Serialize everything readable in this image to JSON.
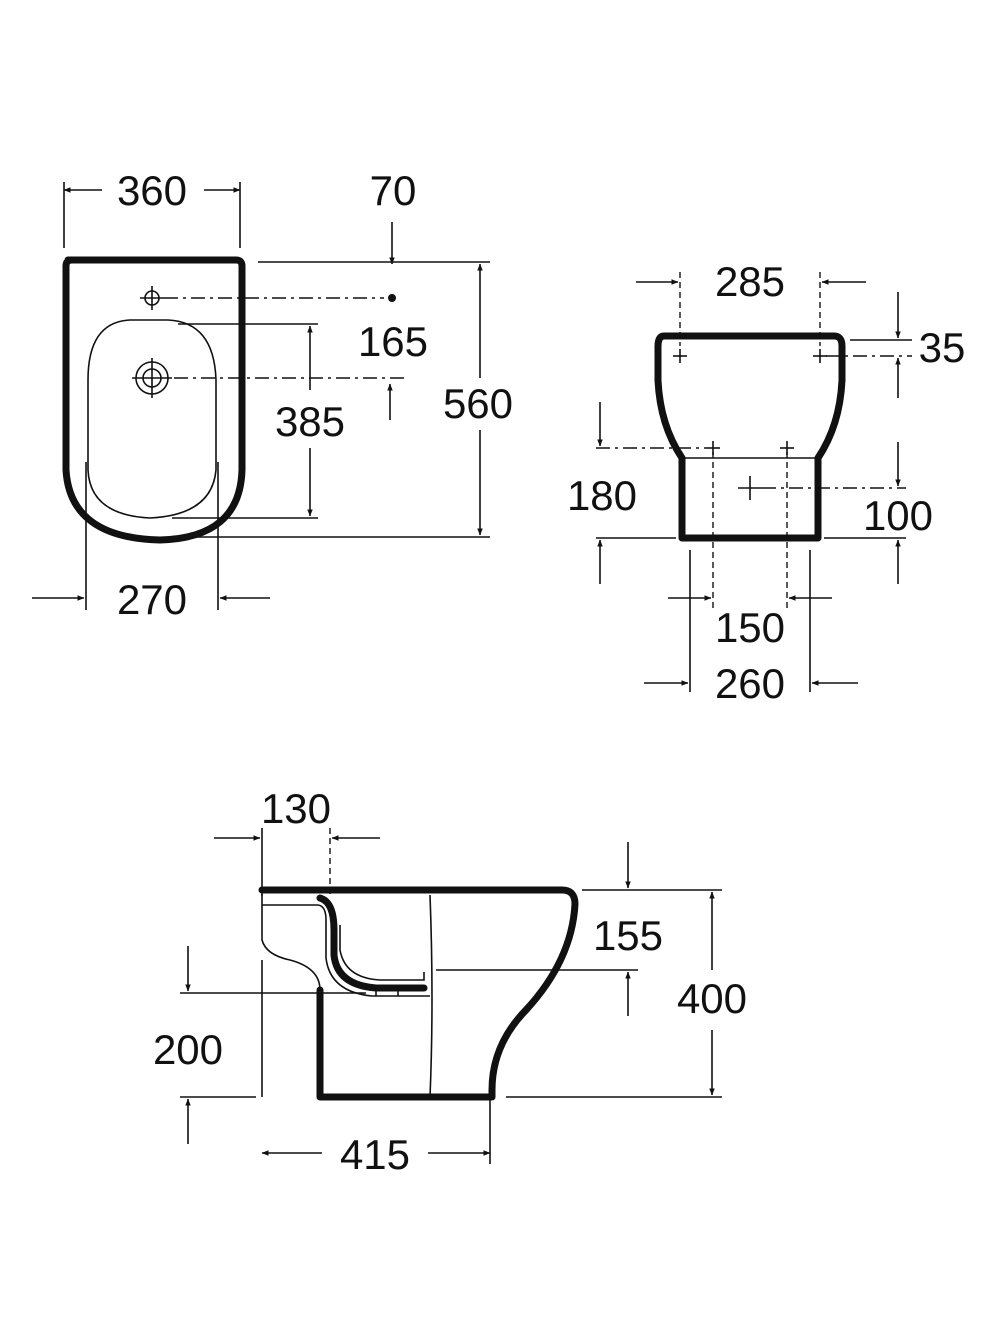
{
  "top_view": {
    "width_label": "360",
    "offset_label": "70",
    "tap_to_waste_label": "165",
    "waste_from_front_label": "385",
    "length_label": "560",
    "bowl_width_label": "270"
  },
  "rear_view": {
    "top_width_label": "285",
    "top_inset_label": "35",
    "fixing_height_label": "180",
    "waste_height_label": "100",
    "fixing_spacing_label": "150",
    "base_width_label": "260"
  },
  "side_view": {
    "rear_offset_label": "130",
    "rim_depth_label": "155",
    "height_label": "400",
    "outlet_height_label": "200",
    "depth_label": "415"
  },
  "colors": {
    "ink": "#111111",
    "background": "#ffffff"
  }
}
